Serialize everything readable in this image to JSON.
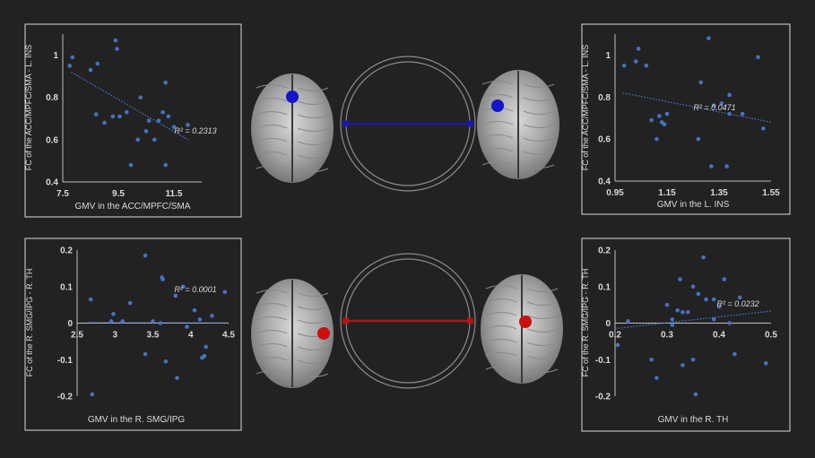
{
  "colors": {
    "background": "#222222",
    "panel_border": "#d9d9d9",
    "point": "#4472c4",
    "axis_text": "#d9d9d9",
    "blue_marker": "#1414c8",
    "red_marker": "#cc1010",
    "blue_link": "#1a1aa6",
    "red_link": "#b01616"
  },
  "chart_data": [
    {
      "type": "scatter",
      "title": "",
      "xlabel": "GMV in the ACC/MPFC/SMA",
      "ylabel": "FC of the ACC/MPFC/SMA - L. INS",
      "xlim": [
        7.5,
        12.5
      ],
      "ylim": [
        0.4,
        1.1
      ],
      "xticks": [
        "7.5",
        "9.5",
        "11.5"
      ],
      "yticks": [
        "0.4",
        "0.6",
        "0.8",
        "1"
      ],
      "r2_label": "R² = 0.2313",
      "trend": {
        "x0": 7.8,
        "y0": 0.92,
        "x1": 12.0,
        "y1": 0.6
      },
      "points": [
        [
          7.75,
          0.95
        ],
        [
          7.85,
          0.99
        ],
        [
          8.5,
          0.93
        ],
        [
          8.7,
          0.72
        ],
        [
          8.75,
          0.96
        ],
        [
          9.0,
          0.68
        ],
        [
          9.3,
          0.71
        ],
        [
          9.4,
          1.07
        ],
        [
          9.45,
          1.03
        ],
        [
          9.55,
          0.71
        ],
        [
          9.8,
          0.73
        ],
        [
          9.95,
          0.48
        ],
        [
          10.2,
          0.6
        ],
        [
          10.3,
          0.8
        ],
        [
          10.5,
          0.64
        ],
        [
          10.6,
          0.69
        ],
        [
          10.8,
          0.6
        ],
        [
          10.95,
          0.69
        ],
        [
          11.1,
          0.73
        ],
        [
          11.2,
          0.87
        ],
        [
          11.2,
          0.48
        ],
        [
          11.3,
          0.71
        ],
        [
          11.5,
          0.66
        ],
        [
          12.0,
          0.67
        ]
      ]
    },
    {
      "type": "scatter",
      "title": "",
      "xlabel": "GMV in the L. INS",
      "ylabel": "FC of the ACC/MPFC/SMA - L. INS",
      "xlim": [
        0.95,
        1.55
      ],
      "ylim": [
        0.4,
        1.1
      ],
      "xticks": [
        "0.95",
        "1.15",
        "1.35",
        "1.55"
      ],
      "yticks": [
        "0.4",
        "0.6",
        "0.8",
        "1"
      ],
      "r2_label": "R² = 0.0471",
      "trend": {
        "x0": 0.98,
        "y0": 0.82,
        "x1": 1.55,
        "y1": 0.68
      },
      "points": [
        [
          0.985,
          0.95
        ],
        [
          1.03,
          0.97
        ],
        [
          1.04,
          1.03
        ],
        [
          1.07,
          0.95
        ],
        [
          1.09,
          0.69
        ],
        [
          1.11,
          0.6
        ],
        [
          1.12,
          0.71
        ],
        [
          1.13,
          0.68
        ],
        [
          1.14,
          0.67
        ],
        [
          1.15,
          0.72
        ],
        [
          1.27,
          0.6
        ],
        [
          1.28,
          0.87
        ],
        [
          1.31,
          1.08
        ],
        [
          1.32,
          0.47
        ],
        [
          1.33,
          0.76
        ],
        [
          1.36,
          0.77
        ],
        [
          1.38,
          0.47
        ],
        [
          1.39,
          0.72
        ],
        [
          1.39,
          0.81
        ],
        [
          1.44,
          0.72
        ],
        [
          1.5,
          0.99
        ],
        [
          1.52,
          0.65
        ]
      ]
    },
    {
      "type": "scatter",
      "title": "",
      "xlabel": "GMV in the R. SMG/IPG",
      "ylabel": "FC of the R. SMG/IPG - R. TH",
      "xlim": [
        2.5,
        4.5
      ],
      "ylim": [
        -0.2,
        0.2
      ],
      "xticks": [
        "2.5",
        "3",
        "3.5",
        "4",
        "4.5"
      ],
      "yticks": [
        "-0.2",
        "-0.1",
        "0",
        "0.1",
        "0.2"
      ],
      "r2_label": "R² = 0.0001",
      "trend": {
        "x0": 2.65,
        "y0": 0.002,
        "x1": 4.5,
        "y1": 0.001
      },
      "points": [
        [
          2.68,
          0.065
        ],
        [
          2.7,
          -0.195
        ],
        [
          2.95,
          0.005
        ],
        [
          2.98,
          0.025
        ],
        [
          3.1,
          0.005
        ],
        [
          3.2,
          0.055
        ],
        [
          3.4,
          0.185
        ],
        [
          3.4,
          -0.085
        ],
        [
          3.5,
          0.005
        ],
        [
          3.6,
          0.0
        ],
        [
          3.62,
          0.125
        ],
        [
          3.63,
          0.12
        ],
        [
          3.67,
          -0.105
        ],
        [
          3.8,
          0.075
        ],
        [
          3.82,
          -0.15
        ],
        [
          3.9,
          0.1
        ],
        [
          3.95,
          -0.01
        ],
        [
          4.05,
          0.035
        ],
        [
          4.12,
          0.01
        ],
        [
          4.15,
          -0.095
        ],
        [
          4.18,
          -0.09
        ],
        [
          4.2,
          -0.065
        ],
        [
          4.28,
          0.02
        ],
        [
          4.45,
          0.085
        ]
      ]
    },
    {
      "type": "scatter",
      "title": "",
      "xlabel": "GMV in the R. TH",
      "ylabel": "FC of the R. SMG/IPG - R. TH",
      "xlim": [
        0.2,
        0.5
      ],
      "ylim": [
        -0.2,
        0.2
      ],
      "xticks": [
        "0.2",
        "0.3",
        "0.4",
        "0.5"
      ],
      "yticks": [
        "-0.2",
        "-0.1",
        "0",
        "0.1",
        "0.2"
      ],
      "r2_label": "R² = 0.0232",
      "trend": {
        "x0": 0.2,
        "y0": -0.015,
        "x1": 0.5,
        "y1": 0.033
      },
      "points": [
        [
          0.205,
          -0.06
        ],
        [
          0.225,
          0.005
        ],
        [
          0.27,
          -0.1
        ],
        [
          0.28,
          -0.15
        ],
        [
          0.3,
          0.05
        ],
        [
          0.31,
          -0.005
        ],
        [
          0.31,
          0.01
        ],
        [
          0.32,
          0.035
        ],
        [
          0.325,
          0.12
        ],
        [
          0.33,
          0.03
        ],
        [
          0.33,
          -0.115
        ],
        [
          0.34,
          0.03
        ],
        [
          0.35,
          0.1
        ],
        [
          0.35,
          -0.1
        ],
        [
          0.355,
          -0.195
        ],
        [
          0.36,
          0.08
        ],
        [
          0.37,
          0.18
        ],
        [
          0.375,
          0.065
        ],
        [
          0.39,
          0.065
        ],
        [
          0.39,
          0.01
        ],
        [
          0.4,
          0.045
        ],
        [
          0.41,
          0.12
        ],
        [
          0.42,
          0.0
        ],
        [
          0.43,
          -0.085
        ],
        [
          0.44,
          0.07
        ],
        [
          0.49,
          -0.11
        ]
      ]
    }
  ]
}
